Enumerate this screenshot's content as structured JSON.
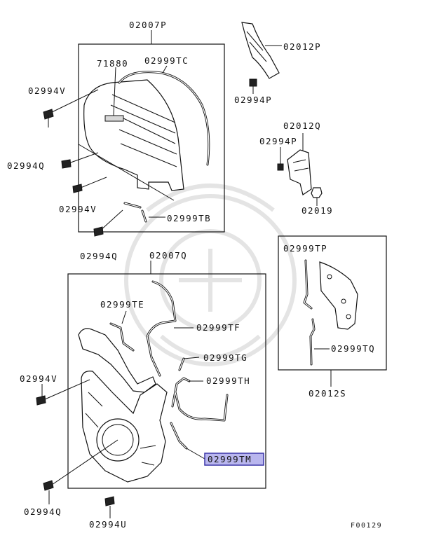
{
  "diagram": {
    "figure_id": "F00129",
    "part_numbers": {
      "top_cover_assy": "02007P",
      "top_cover_part": "71880",
      "top_seal": "02999TC",
      "top_seal_small": "02999TB",
      "bolt_v_top": "02994V",
      "bolt_q_a": "02994Q",
      "bolt_v_mid": "02994V",
      "bolt_q_b": "02994Q",
      "bracket_p": "02012P",
      "bolt_p": "02994P",
      "bracket_q": "02012Q",
      "bolt_p2": "02994P",
      "nut": "02019",
      "lower_cover_assy": "02007Q",
      "seal_te": "02999TE",
      "seal_tf": "02999TF",
      "seal_tg": "02999TG",
      "seal_th": "02999TH",
      "seal_tm": "02999TM",
      "bolt_v_low": "02994V",
      "bolt_q_low": "02994Q",
      "bolt_u": "02994U",
      "plate_s": "02012S",
      "seal_tp": "02999TP",
      "seal_tq": "02999TQ"
    },
    "highlighted_part": "02999TM",
    "highlight_color": "#b9b6ee"
  }
}
